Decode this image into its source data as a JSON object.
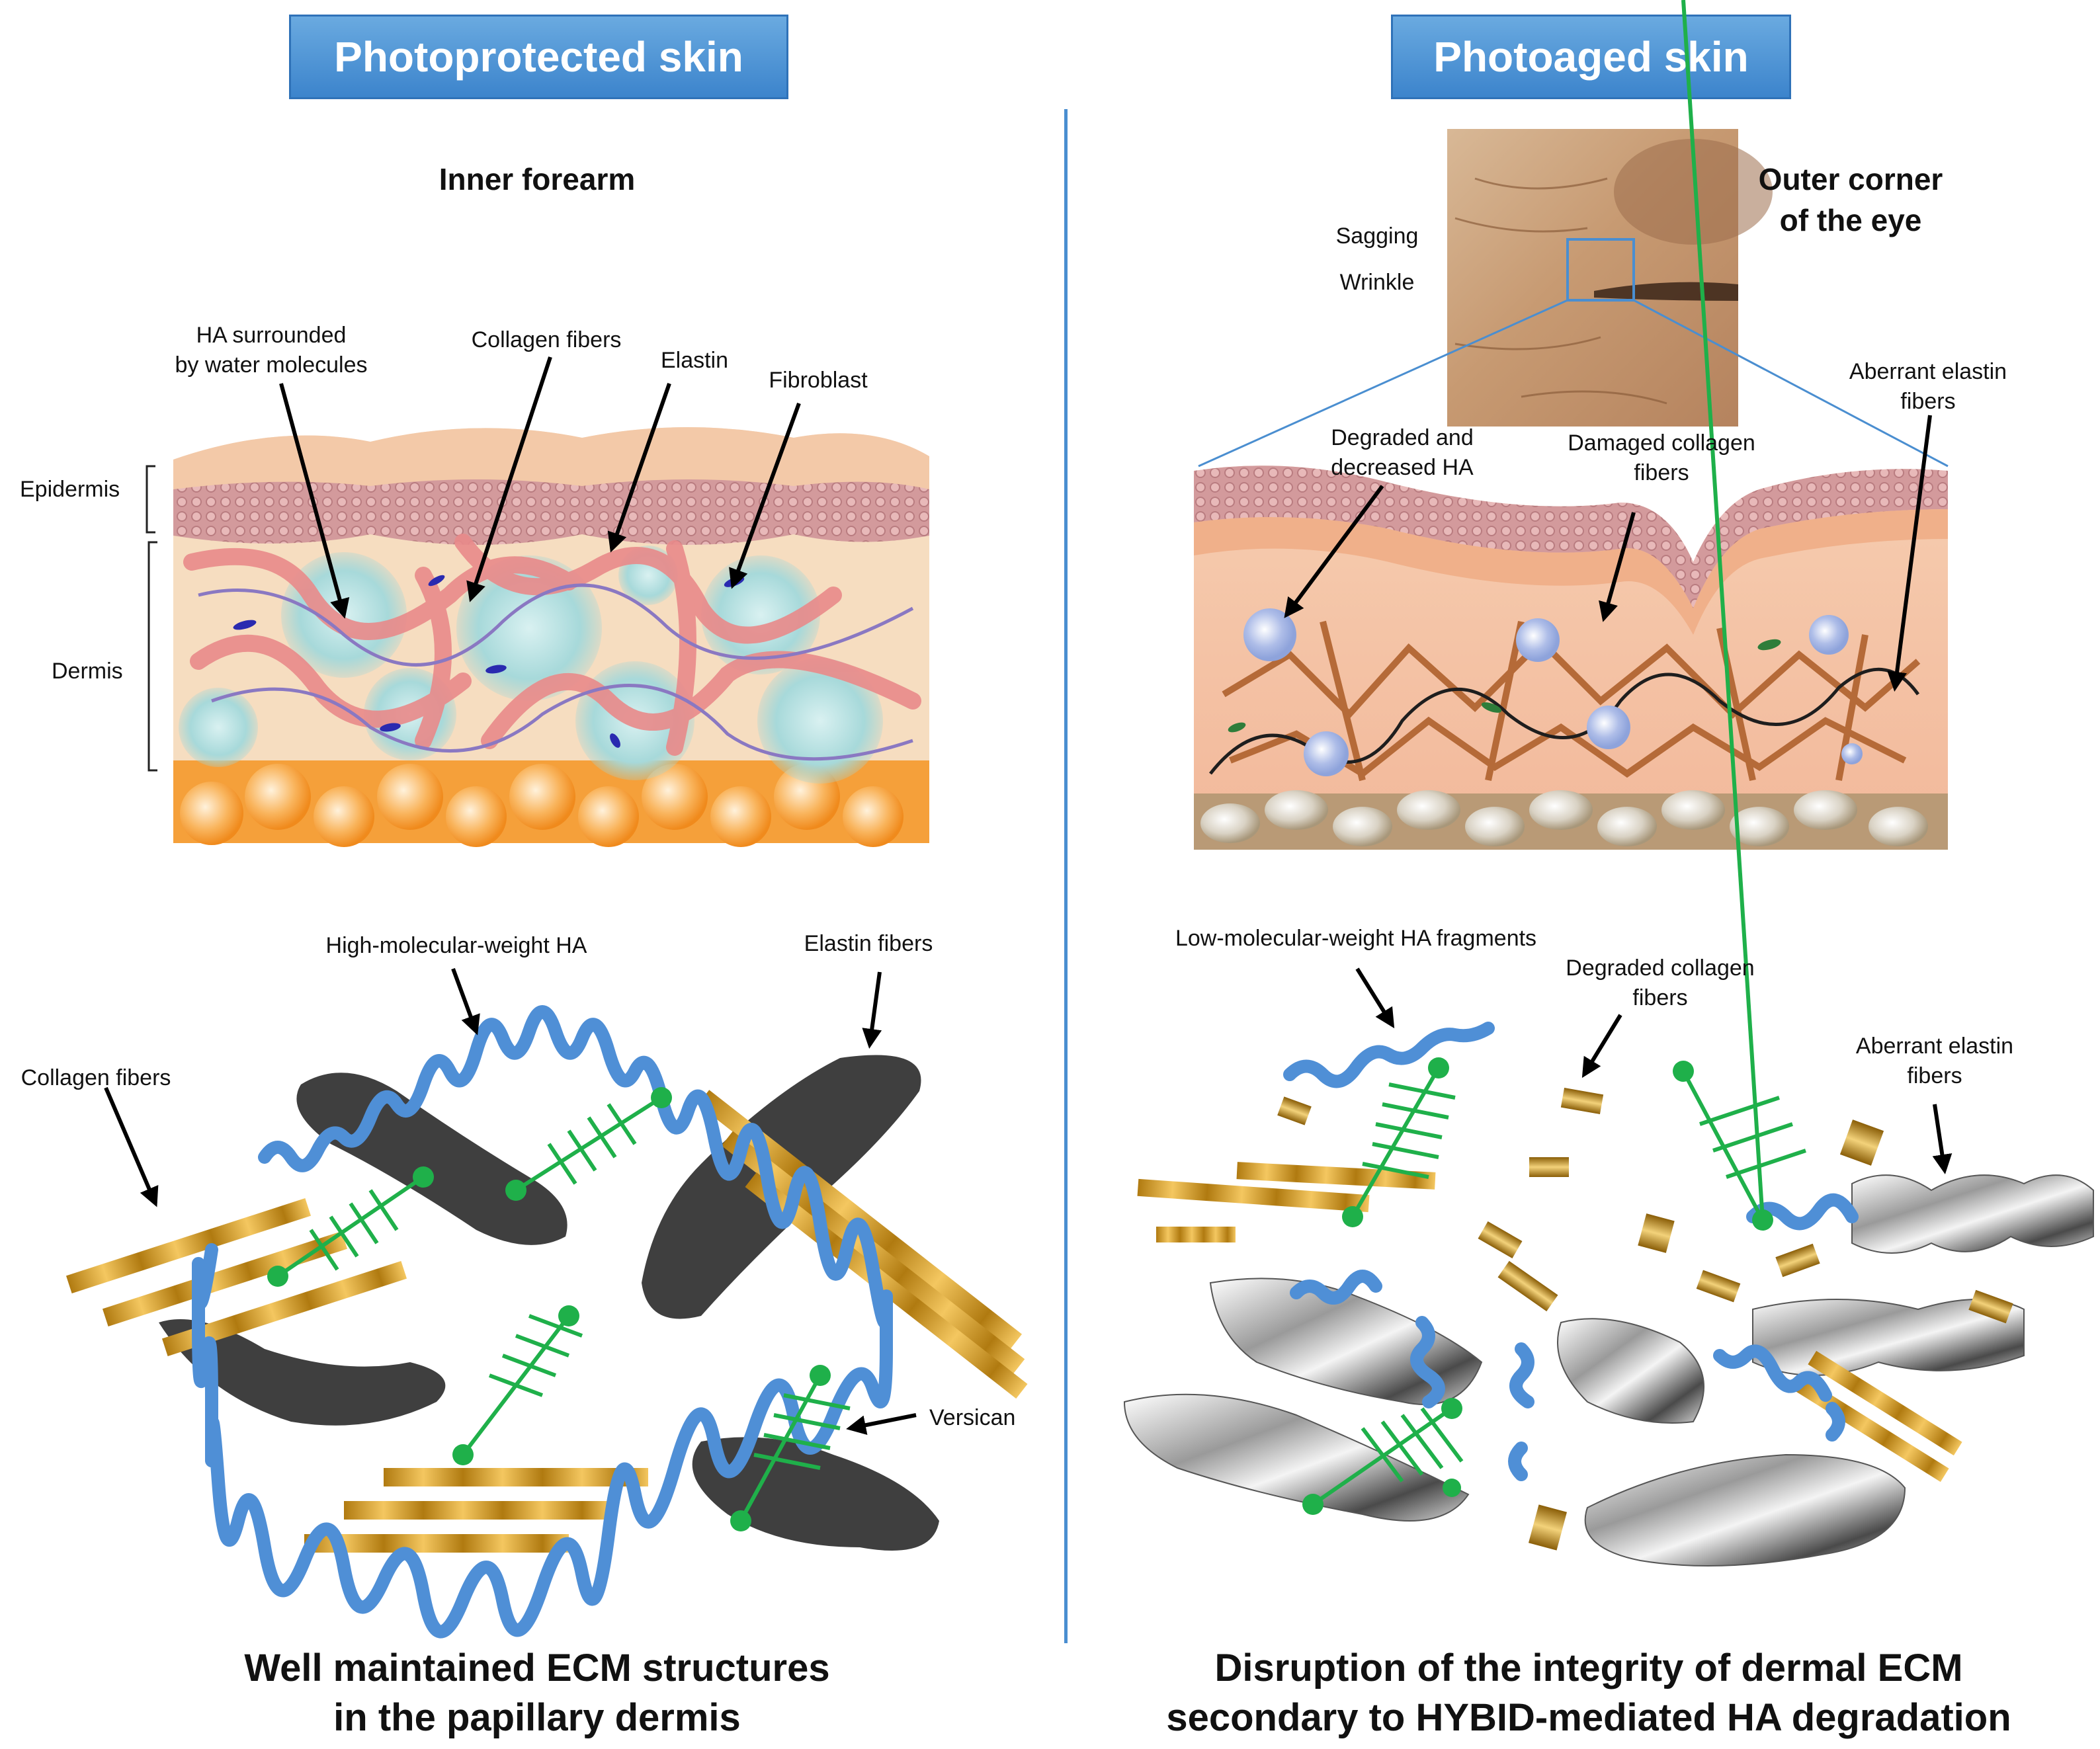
{
  "left": {
    "title": "Photoprotected skin",
    "site": "Inner forearm",
    "layers": {
      "epidermis": "Epidermis",
      "dermis": "Dermis"
    },
    "top_labels": {
      "ha": "HA surrounded\nby water molecules",
      "collagen": "Collagen fibers",
      "elastin": "Elastin",
      "fibroblast": "Fibroblast"
    },
    "bottom_labels": {
      "hmw_ha": "High-molecular-weight HA",
      "elastin_fibers": "Elastin fibers",
      "collagen_fibers": "Collagen fibers",
      "versican": "Versican"
    },
    "caption": "Well maintained ECM structures\nin the papillary dermis"
  },
  "right": {
    "title": "Photoaged skin",
    "site": "Outer corner\nof the eye",
    "photo_labels": {
      "sagging": "Sagging",
      "wrinkle": "Wrinkle"
    },
    "top_labels": {
      "ha": "Degraded and\ndecreased HA",
      "collagen": "Damaged collagen\nfibers",
      "elastin": "Aberrant elastin\nfibers"
    },
    "bottom_labels": {
      "lmw_ha": "Low-molecular-weight HA fragments",
      "collagen": "Degraded collagen\nfibers",
      "elastin": "Aberrant elastin\nfibers"
    },
    "caption": "Disruption of the integrity of dermal ECM\nsecondary to HYBID-mediated HA degradation"
  },
  "colors": {
    "header": "#4a90d9",
    "epidermis": "#d69c9c",
    "dermis": "#f6ddc0",
    "fat": "#f5a03a",
    "ha_healthy": "#9fd6d8",
    "ha_degraded": "#aebde8",
    "collagen": "#e98a8a",
    "damaged_collagen": "#b56a38",
    "elastin": "#8a78c2",
    "ha_chain": "#4f8fd6",
    "versican": "#1fb04a",
    "elastin_dark": "#3f3f3f",
    "collagen_gold": "#d4a02c"
  }
}
